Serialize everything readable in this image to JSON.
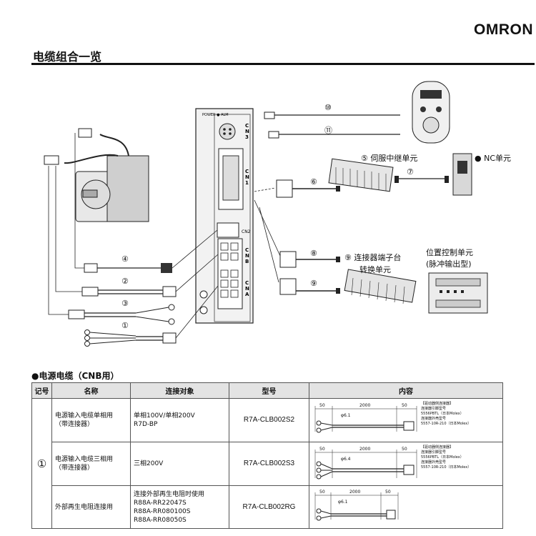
{
  "brand": "OMRON",
  "page_title": "电缆组合一览",
  "diagram": {
    "driver_labels": {
      "power": "POWER",
      "alm": "ALM",
      "cn3": "CN3",
      "cn1": "CN1",
      "cn2": "CN2",
      "cnb": "CNB",
      "cna": "CNA"
    },
    "numbers": [
      "⑩",
      "⑪",
      "⑥",
      "⑦",
      "⑧",
      "⑨",
      "④",
      "②",
      "③",
      "①"
    ],
    "relay_unit": "⑤ 伺服中继单元",
    "nc_unit": "● NC单元",
    "terminal_unit_line1": "⑨ 连接器端子台",
    "terminal_unit_line2": "转换单元",
    "position_unit_line1": "位置控制单元",
    "position_unit_line2": "(脉冲输出型)"
  },
  "section_title": "●电源电缆（CNB用）",
  "table": {
    "headers": [
      "记号",
      "名称",
      "连接对象",
      "型号",
      "内容"
    ],
    "mark": "①",
    "rows": [
      {
        "name_line1": "电源输入电缆单相用",
        "name_line2": "（带连接器）",
        "target_line1": "单相100V/单相200V",
        "target_line2": "R7D-BP",
        "target_line3": "",
        "target_line4": "",
        "model": "R7A-CLB002S2",
        "dim_left": "50",
        "dim_mid": "2000",
        "dim_right": "50",
        "dim_dia": "φ6.1",
        "note1": "【驱动器侧连接器】",
        "note2": "连接器引脚型号",
        "note3": "5556PBTL（日本Molex）",
        "note4": "连接器外壳型号",
        "note5": "5557-10R-210（日本Molex）"
      },
      {
        "name_line1": "电源输入电缆三相用",
        "name_line2": "（带连接器）",
        "target_line1": "三相200V",
        "target_line2": "",
        "target_line3": "",
        "target_line4": "",
        "model": "R7A-CLB002S3",
        "dim_left": "50",
        "dim_mid": "2000",
        "dim_right": "50",
        "dim_dia": "φ6.4",
        "note1": "【驱动器侧连接器】",
        "note2": "连接器引脚型号",
        "note3": "5556PBTL（日本Molex）",
        "note4": "连接器外壳型号",
        "note5": "5557-10R-210（日本Molex）"
      },
      {
        "name_line1": "外部再生电阻连接用",
        "name_line2": "",
        "target_line1": "连接外部再生电阻时使用",
        "target_line2": "R88A-RR22047S",
        "target_line3": "R88A-RR080100S",
        "target_line4": "R88A-RR08050S",
        "model": "R7A-CLB002RG",
        "dim_left": "50",
        "dim_mid": "2000",
        "dim_right": "50",
        "dim_dia": "φ6.1",
        "note1": "",
        "note2": "",
        "note3": "",
        "note4": "",
        "note5": ""
      }
    ]
  }
}
